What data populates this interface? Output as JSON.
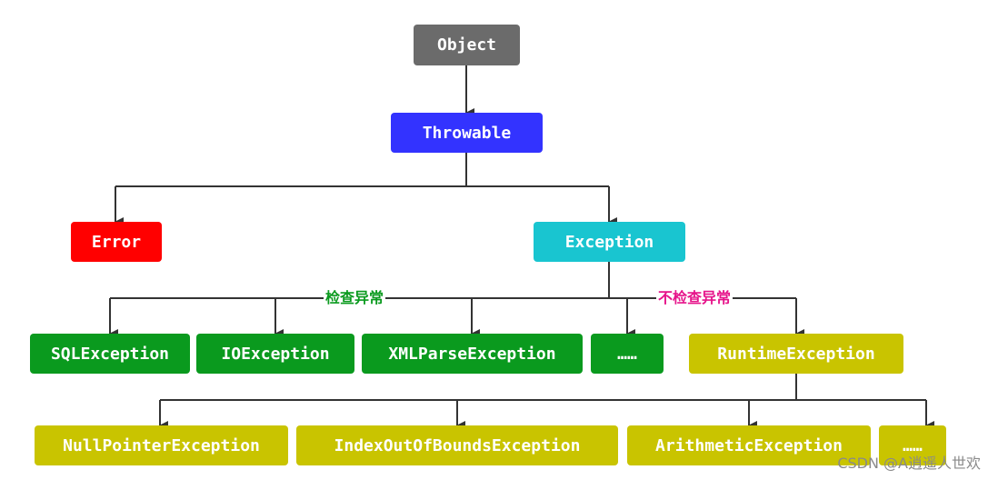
{
  "colors": {
    "object": "#6b6b6b",
    "throwable": "#3333ff",
    "error": "#ff0000",
    "exception": "#19c5d0",
    "checked": "#0a9a1e",
    "runtime": "#c9c400",
    "arrow": "#333333",
    "checked_label": "#0a9a1e",
    "unchecked_label": "#e6138a"
  },
  "nodes": {
    "object": "Object",
    "throwable": "Throwable",
    "error": "Error",
    "exception": "Exception",
    "sql_exception": "SQLException",
    "io_exception": "IOException",
    "xml_parse_exception": "XMLParseException",
    "checked_more": "……",
    "runtime_exception": "RuntimeException",
    "null_pointer_exception": "NullPointerException",
    "index_out_of_bounds_exception": "IndexOutOfBoundsException",
    "arithmetic_exception": "ArithmeticException",
    "runtime_more": "……"
  },
  "labels": {
    "checked": "检查异常",
    "unchecked": "不检查异常"
  },
  "watermark": "CSDN @A逍遥人世欢"
}
